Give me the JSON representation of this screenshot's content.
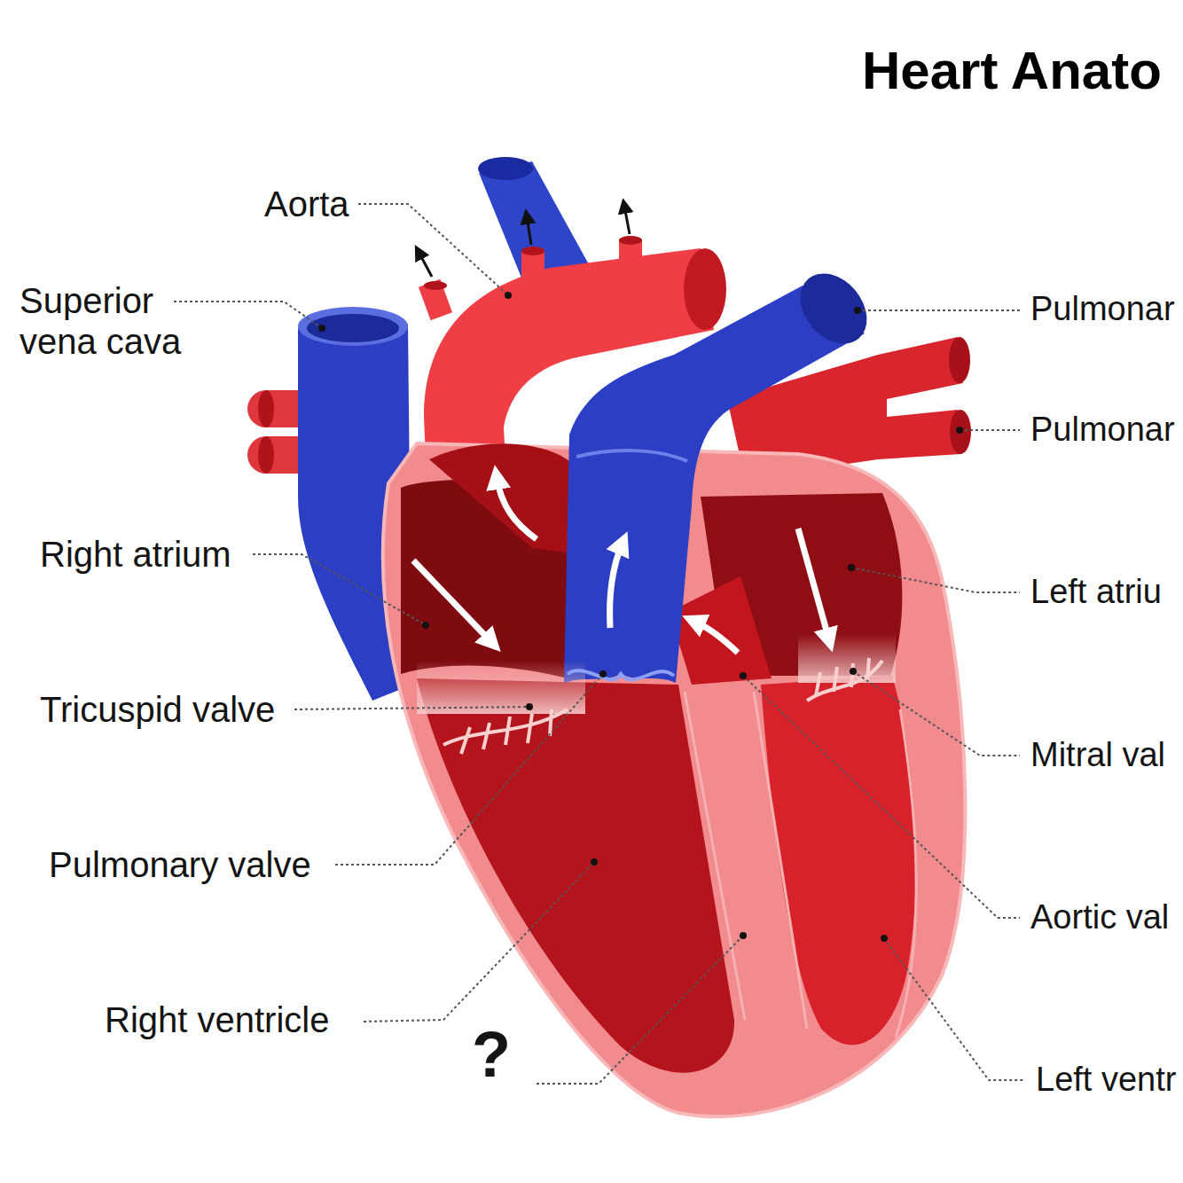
{
  "diagram": {
    "title": "Heart Anato",
    "labels": [
      "Aorta",
      "Superior vena cava",
      "Pulmonar",
      "Pulmonar",
      "Right atrium",
      "Left atriu",
      "Tricuspid valve",
      "Mitral val",
      "Pulmonary valve",
      "Aortic val",
      "Right ventricle",
      "Left ventr",
      "?"
    ]
  }
}
